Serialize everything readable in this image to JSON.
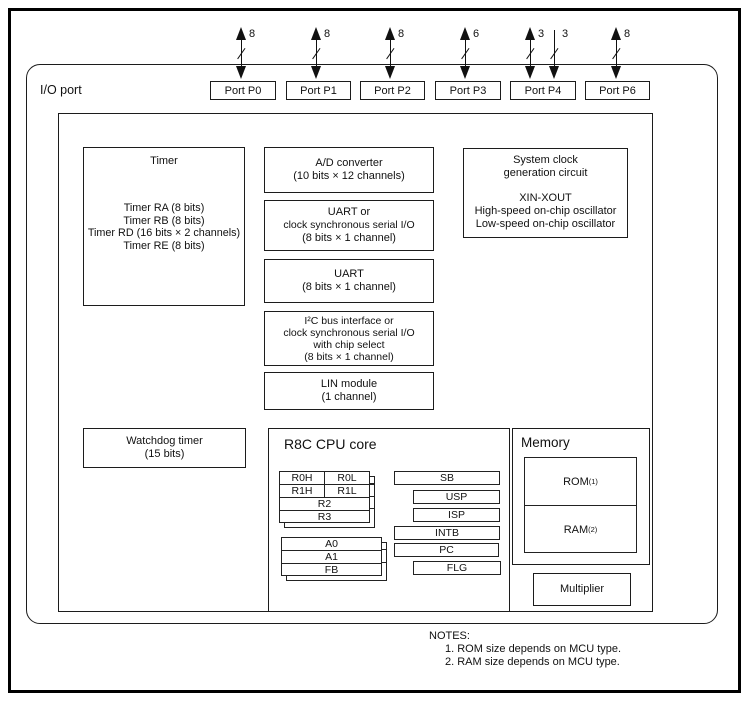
{
  "io_port": {
    "label": "I/O port"
  },
  "ports": [
    {
      "label": "Port P0"
    },
    {
      "label": "Port P1"
    },
    {
      "label": "Port P2"
    },
    {
      "label": "Port P3"
    },
    {
      "label": "Port P4"
    },
    {
      "label": "Port P6"
    }
  ],
  "bus_widths": [
    "8",
    "8",
    "8",
    "6",
    "3",
    "3",
    "8"
  ],
  "blocks": {
    "timer": {
      "title": "Timer",
      "items": [
        "Timer RA (8 bits)",
        "Timer RB (8 bits)",
        "Timer RD (16 bits × 2 channels)",
        "Timer RE (8 bits)"
      ]
    },
    "adc": {
      "lines": [
        "A/D converter",
        "(10 bits × 12 channels)"
      ]
    },
    "uart_or": {
      "lines": [
        "UART or",
        "clock synchronous serial I/O",
        "(8 bits × 1 channel)"
      ]
    },
    "uart": {
      "lines": [
        "UART",
        "(8 bits × 1 channel)"
      ]
    },
    "i2c": {
      "lines": [
        "I²C bus interface or",
        "clock synchronous serial I/O",
        "with chip select",
        "(8 bits × 1 channel)"
      ]
    },
    "lin": {
      "lines": [
        "LIN module",
        "(1 channel)"
      ]
    },
    "sysclock": {
      "lines1": [
        "System clock",
        "generation circuit"
      ],
      "lines2": [
        "XIN-XOUT",
        "High-speed on-chip oscillator",
        "Low-speed on-chip oscillator"
      ]
    },
    "watchdog": {
      "lines": [
        "Watchdog timer",
        "(15 bits)"
      ]
    },
    "cpu": {
      "title": "R8C CPU core",
      "gp": {
        "r0h": "R0H",
        "r0l": "R0L",
        "r1h": "R1H",
        "r1l": "R1L",
        "r2": "R2",
        "r3": "R3"
      },
      "addr": {
        "a0": "A0",
        "a1": "A1",
        "fb": "FB"
      },
      "ctrl": {
        "sb": "SB",
        "usp": "USP",
        "isp": "ISP",
        "intb": "INTB",
        "pc": "PC",
        "flg": "FLG"
      }
    },
    "memory": {
      "title": "Memory",
      "rom": "ROM",
      "rom_note": "(1)",
      "ram": "RAM",
      "ram_note": "(2)"
    },
    "multiplier": {
      "label": "Multiplier"
    }
  },
  "notes": {
    "title": "NOTES:",
    "items": [
      "1. ROM size depends on MCU type.",
      "2. RAM size depends on MCU type."
    ]
  }
}
